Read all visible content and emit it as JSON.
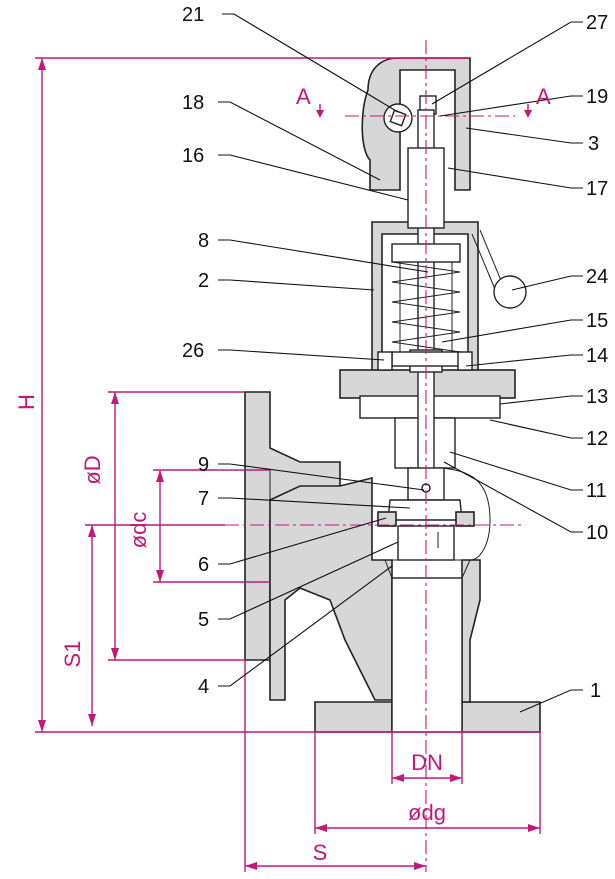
{
  "part_labels": [
    "21",
    "27",
    "18",
    "19",
    "3",
    "16",
    "17",
    "8",
    "2",
    "24",
    "15",
    "14",
    "26",
    "13",
    "12",
    "9",
    "11",
    "7",
    "10",
    "6",
    "5",
    "4",
    "1"
  ],
  "section_labels": [
    "A",
    "A"
  ],
  "dimension_labels": [
    "H",
    "øD",
    "ødc",
    "S1",
    "DN",
    "ødg",
    "S"
  ],
  "colors": {
    "dimension": "#c2187a",
    "outline": "#222222",
    "hatch": "#d7d7d7"
  }
}
